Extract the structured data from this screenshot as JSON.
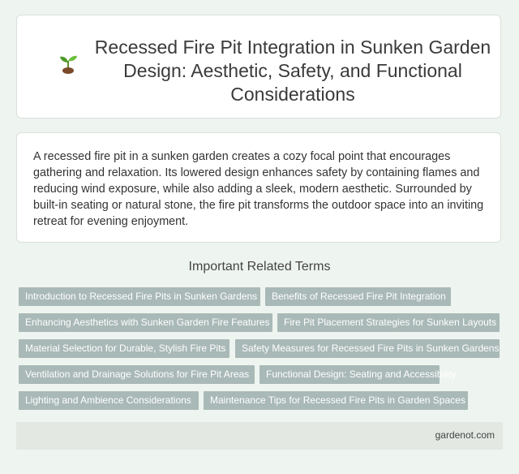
{
  "header": {
    "title": "Recessed Fire Pit Integration in Sunken Garden Design: Aesthetic, Safety, and Functional Considerations",
    "icon": "seedling-icon"
  },
  "intro": {
    "text": "A recessed fire pit in a sunken garden creates a cozy focal point that encourages gathering and relaxation. Its lowered design enhances safety by containing flames and reducing wind exposure, while also adding a sleek, modern aesthetic. Surrounded by built-in seating or natural stone, the fire pit transforms the outdoor space into an inviting retreat for evening enjoyment."
  },
  "related": {
    "heading": "Important Related Terms",
    "tags": [
      "Introduction to Recessed Fire Pits in Sunken Gardens",
      "Benefits of Recessed Fire Pit Integration",
      "Enhancing Aesthetics with Sunken Garden Fire Features",
      "Fire Pit Placement Strategies for Sunken Layouts",
      "Material Selection for Durable, Stylish Fire Pits",
      "Safety Measures for Recessed Fire Pits in Sunken Gardens",
      "Ventilation and Drainage Solutions for Fire Pit Areas",
      "Functional Design: Seating and Accessibility",
      "Lighting and Ambience Considerations",
      "Maintenance Tips for Recessed Fire Pits in Garden Spaces"
    ]
  },
  "footer": {
    "site": "gardenot.com"
  },
  "colors": {
    "page_background": "#eef4ef",
    "tag_background": "#a9b9b7",
    "tag_text": "#ffffff"
  }
}
